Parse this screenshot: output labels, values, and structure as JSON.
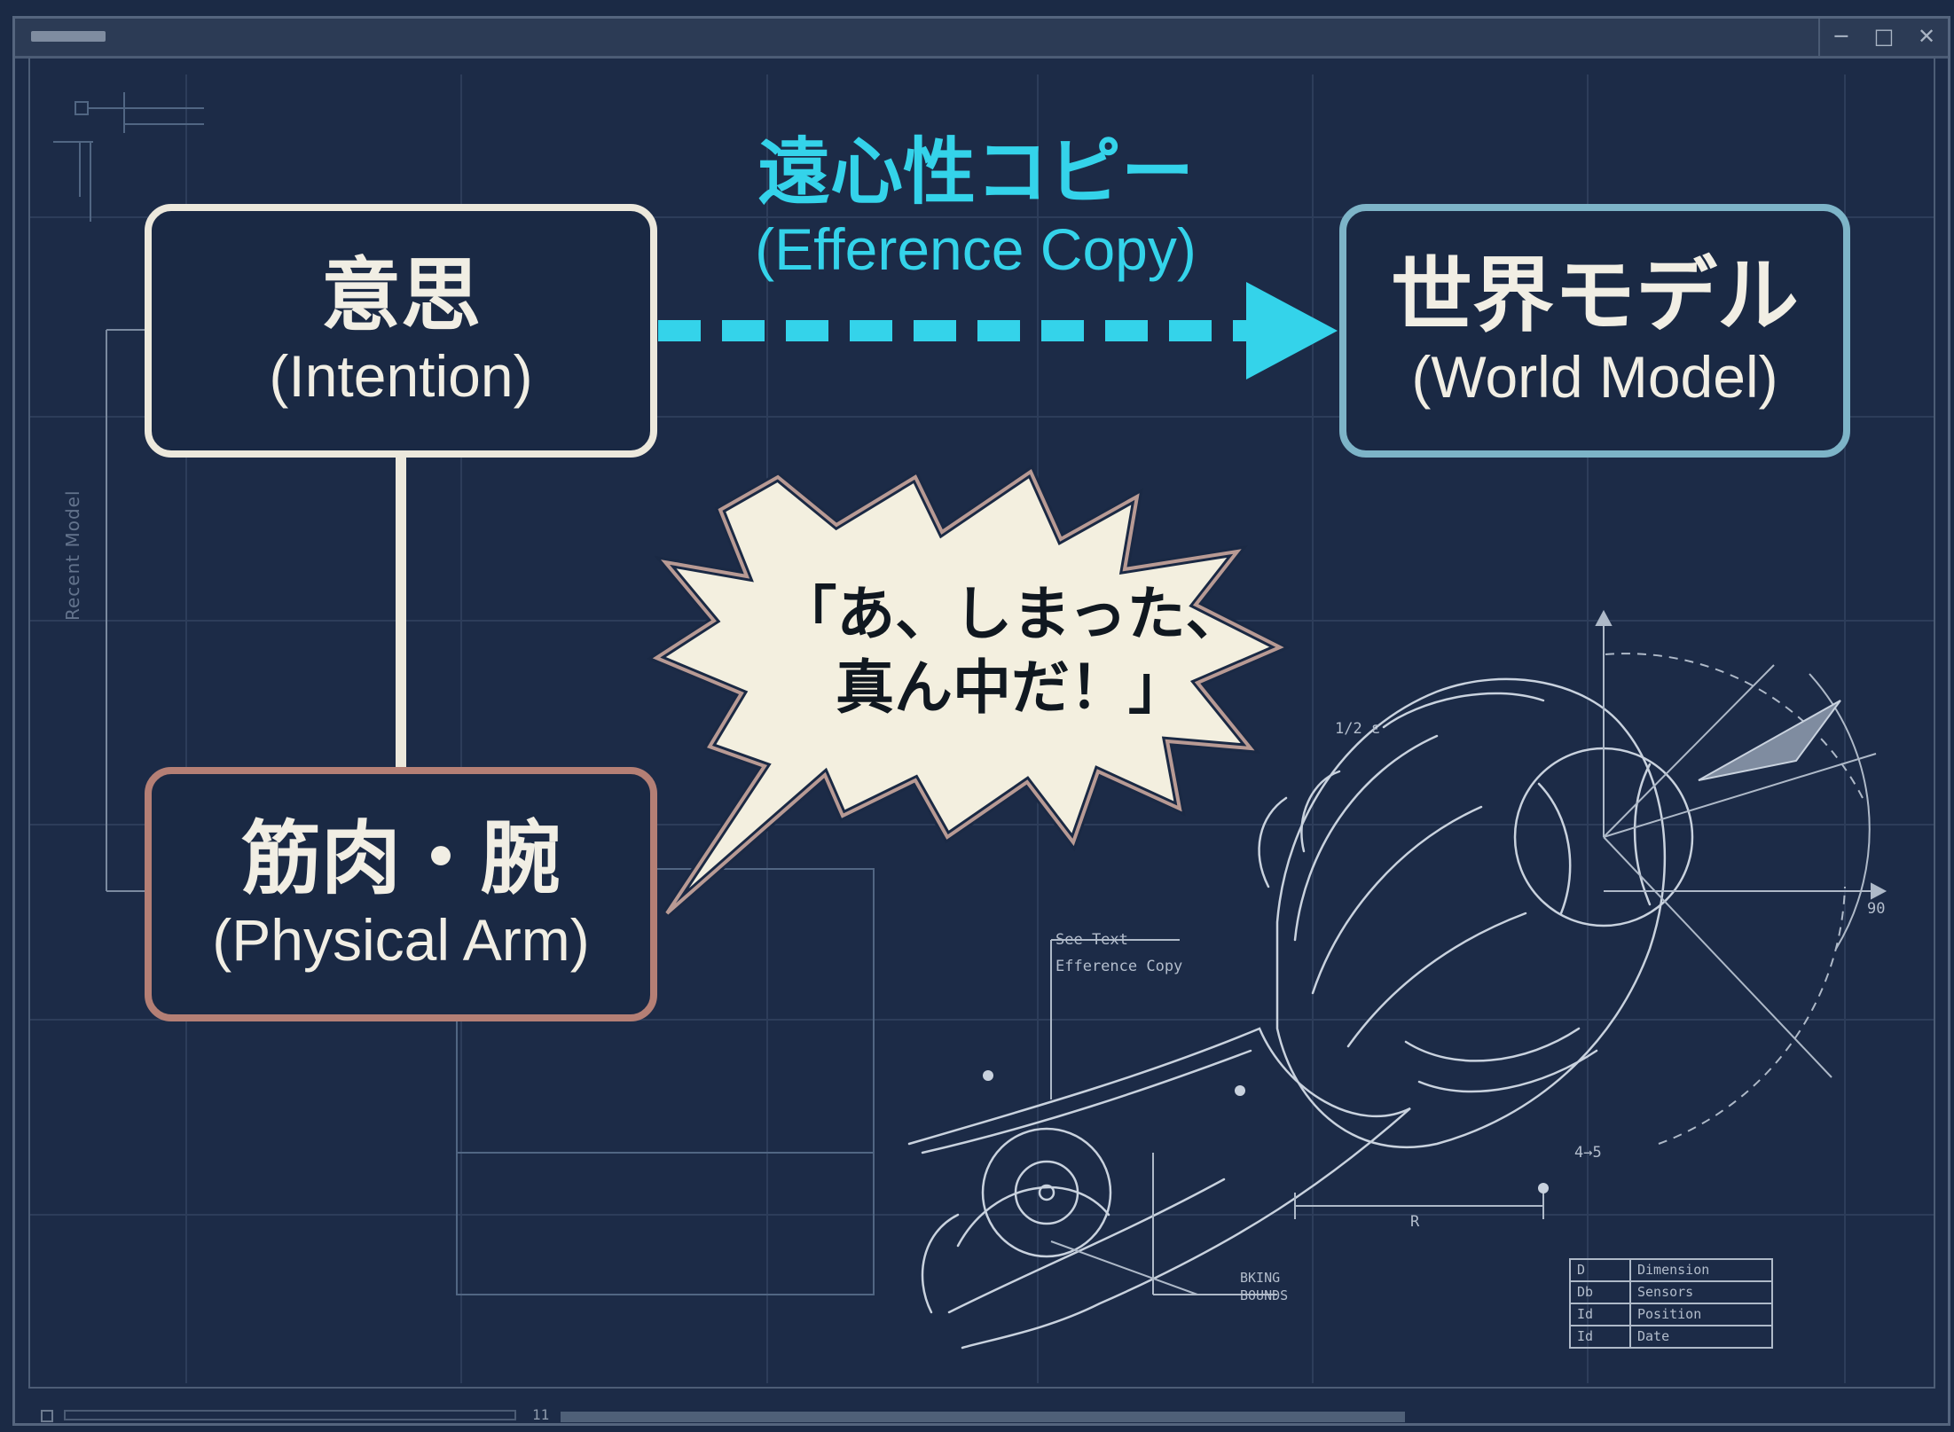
{
  "window": {
    "controls": [
      "─",
      "□",
      "✕"
    ]
  },
  "nodes": {
    "intention": {
      "jp": "意思",
      "en": "(Intention)"
    },
    "world_model": {
      "jp": "世界モデル",
      "en": "(World Model)"
    },
    "physical_arm": {
      "jp": "筋肉・腕",
      "en": "(Physical Arm)"
    }
  },
  "efference_copy": {
    "jp": "遠心性コピー",
    "en": "(Efference Copy)"
  },
  "speech_bubble": {
    "line1": "「あ、しまった、",
    "line2": "真ん中だ！」"
  },
  "side_note": "Recent Model",
  "sketch": {
    "note_line1": "See Text",
    "note_line2": "Efference Copy",
    "dim_label_1": "1/2 ε",
    "dim_label_2": "R",
    "dim_label_3": "4→5",
    "dim_label_4": "90",
    "corner_label": "BKING BOUNDS",
    "table": [
      {
        "key": "D",
        "value": "Dimension"
      },
      {
        "key": "Db",
        "value": "Sensors"
      },
      {
        "key": "Id",
        "value": "Position"
      },
      {
        "key": "Id",
        "value": "Date"
      }
    ]
  },
  "scroll": {
    "marker": "11"
  },
  "colors": {
    "background": "#1c2b47",
    "intention_border": "#ece8dc",
    "world_model_border": "#7db4c8",
    "physical_arm_border": "#b47f75",
    "efference_arrow": "#34d3ea",
    "burst_fill": "#f3efdf"
  }
}
